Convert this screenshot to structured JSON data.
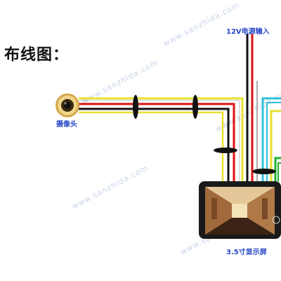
{
  "title": "布线图：",
  "labels": {
    "power_input": "12V电源输入",
    "camera": "摄像头",
    "display": "3.5寸显示屏"
  },
  "watermark": "www.sanzhida.com",
  "colors": {
    "label_blue": "#2848c8",
    "wire_red": "#e01010",
    "wire_black": "#111111",
    "wire_yellow": "#e8e030",
    "wire_cyan": "#30c0d8",
    "wire_green": "#20b030",
    "screen_bezel": "#1a1a1a"
  },
  "icons": [
    "camera-lens-icon",
    "cable-tie-icon",
    "display-screen-icon"
  ]
}
